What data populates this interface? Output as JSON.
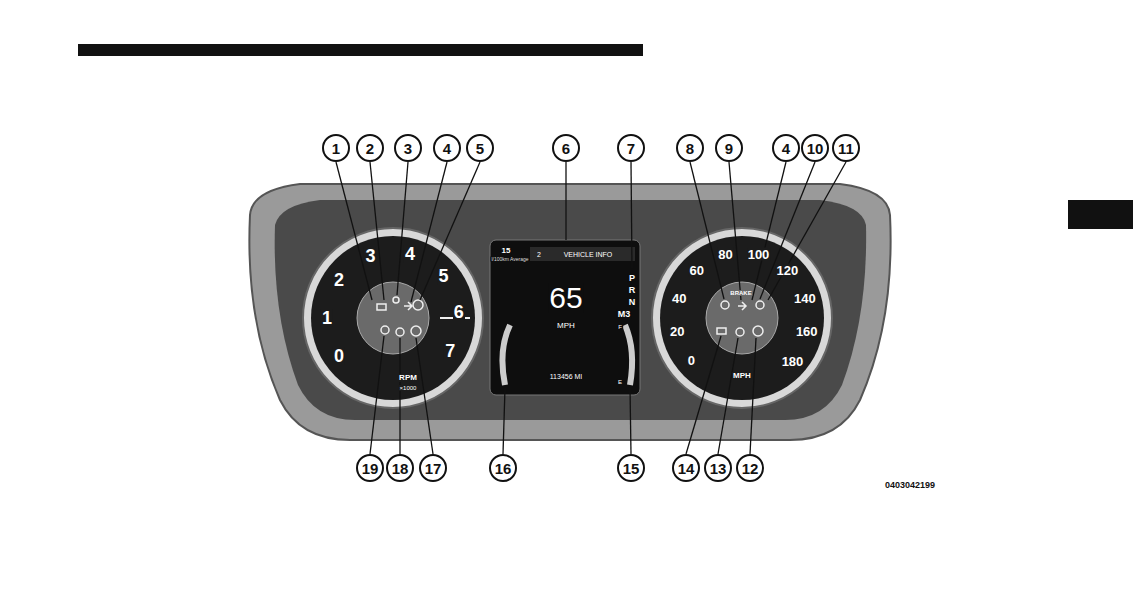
{
  "diagram": {
    "nodes": [
      {
        "text": [
          "1"
        ]
      },
      {
        "text": [
          "2"
        ]
      },
      {
        "text": [
          "3"
        ]
      },
      {
        "text": [
          "4"
        ]
      },
      {
        "text": [
          "5"
        ]
      },
      {
        "text": [
          "6"
        ]
      },
      {
        "text": [
          "7"
        ]
      },
      {
        "text": [
          "8"
        ]
      },
      {
        "text": [
          "9"
        ]
      },
      {
        "text": [
          "4"
        ]
      },
      {
        "text": [
          "10"
        ]
      },
      {
        "text": [
          "11"
        ]
      },
      {
        "text": [
          "19"
        ]
      },
      {
        "text": [
          "18"
        ]
      },
      {
        "text": [
          "17"
        ]
      },
      {
        "text": [
          "16"
        ]
      },
      {
        "text": [
          "15"
        ]
      },
      {
        "text": [
          "14"
        ]
      },
      {
        "text": [
          "13"
        ]
      },
      {
        "text": [
          "12"
        ]
      }
    ],
    "labels": [
      "0",
      "1",
      "2",
      "3",
      "4",
      "5",
      "6",
      "7",
      "RPM",
      "×1000",
      "0",
      "20",
      "40",
      "60",
      "80",
      "100",
      "120",
      "140",
      "160",
      "180",
      "MPH",
      "BRAKE",
      "15",
      "l/100km Average",
      "2",
      "VEHICLE INFO",
      "65",
      "MPH",
      "113456 MI",
      "P",
      "R",
      "N",
      "M3",
      "F",
      "E",
      "0403042199"
    ]
  }
}
